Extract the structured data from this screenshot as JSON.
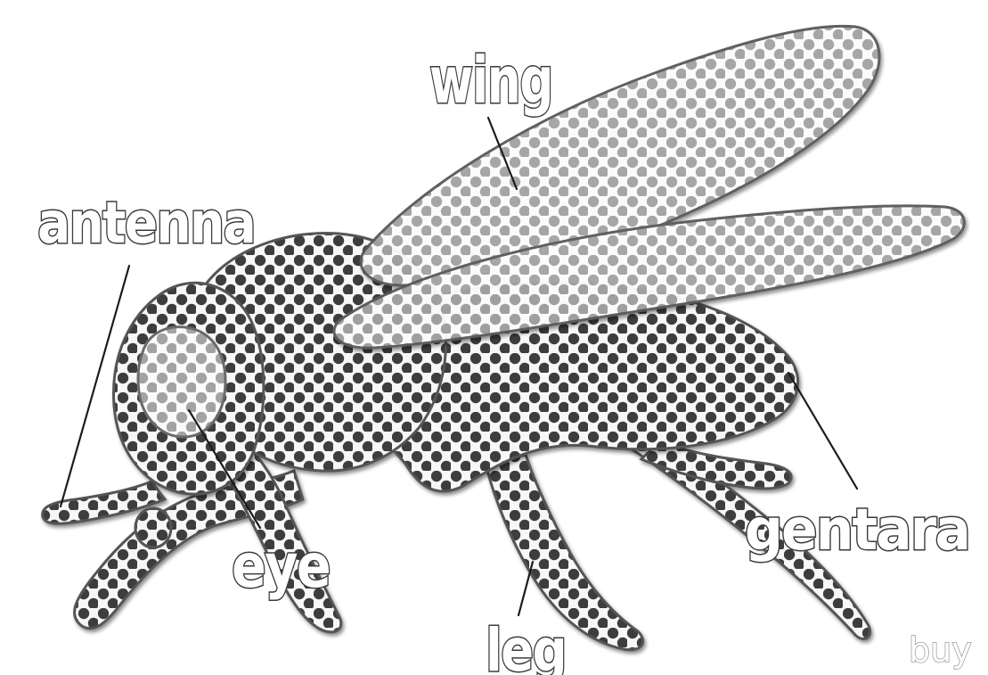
{
  "diagram": {
    "labels": {
      "wing": "wing",
      "antenna": "antenna",
      "eye": "eye",
      "genitalia": "gentara",
      "leg": "leg"
    },
    "watermark": "buy",
    "colors": {
      "dark_dots": "#3d3d3d",
      "light_dots": "#9a9a9a",
      "outline": "#5a5a5a",
      "fill": "#f7f7f7"
    }
  }
}
